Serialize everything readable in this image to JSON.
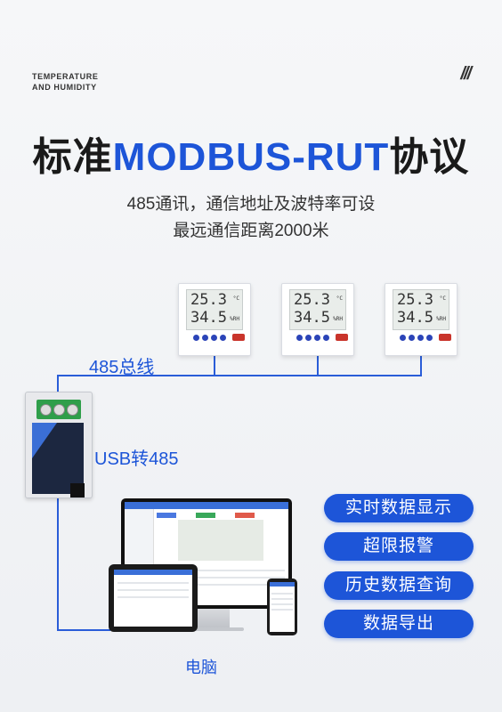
{
  "header": {
    "brand_line1": "TEMPERATURE",
    "brand_line2": "AND HUMIDITY",
    "mark": "///"
  },
  "title": {
    "prefix": "标准",
    "highlight": "MODBUS-RUT",
    "suffix": "协议"
  },
  "subtitle": {
    "line1": "485通讯，通信地址及波特率可设",
    "line2": "最远通信距离2000米"
  },
  "sensors": [
    {
      "temp": "25.3",
      "temp_unit": "°C",
      "hum": "34.5",
      "hum_unit": "%RH"
    },
    {
      "temp": "25.3",
      "temp_unit": "°C",
      "hum": "34.5",
      "hum_unit": "%RH"
    },
    {
      "temp": "25.3",
      "temp_unit": "°C",
      "hum": "34.5",
      "hum_unit": "%RH"
    }
  ],
  "labels": {
    "bus": "485总线",
    "usb": "USB转485",
    "pc": "电脑"
  },
  "features": [
    "实时数据显示",
    "超限报警",
    "历史数据查询",
    "数据导出"
  ],
  "colors": {
    "accent": "#1d55d8"
  }
}
